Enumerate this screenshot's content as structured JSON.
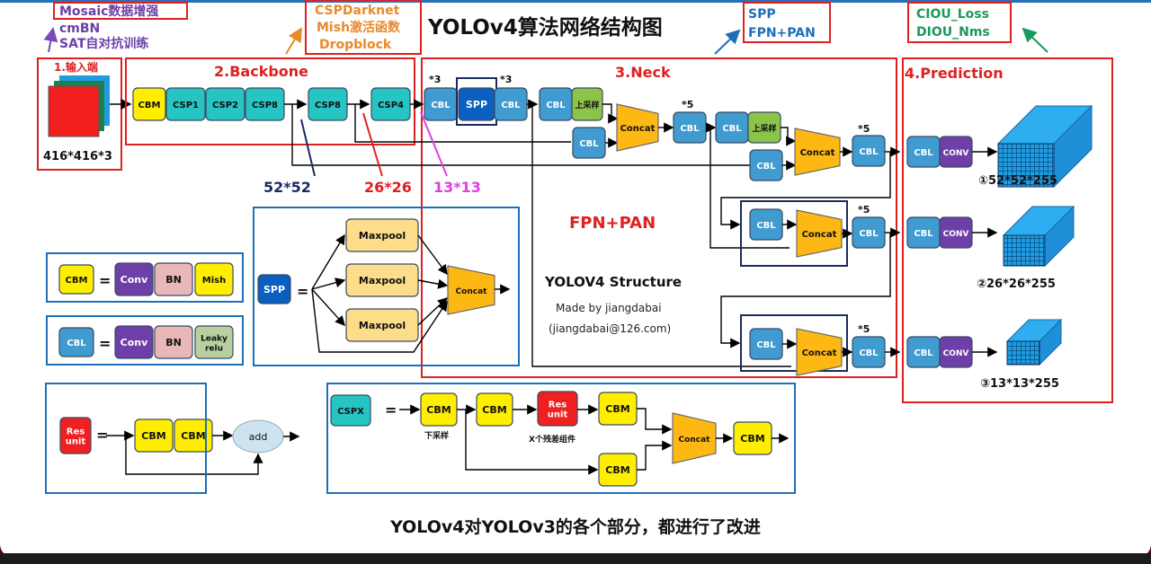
{
  "title": "YOLOv4算法网络结构图",
  "caption": "YOLOv4对YOLOv3的各个部分，都进行了改进",
  "annotations": {
    "input_tricks": [
      "Mosaic数据增强",
      "cmBN",
      "SAT自对抗训练"
    ],
    "backbone_tricks": [
      "CSPDarknet",
      "Mish激活函数",
      "Dropblock"
    ],
    "neck_tricks": [
      "SPP",
      "FPN+PAN"
    ],
    "prediction_tricks": [
      "CIOU_Loss",
      "DIOU_Nms"
    ]
  },
  "sections": {
    "input": {
      "label": "1.输入端",
      "size": "416*416*3"
    },
    "backbone": {
      "label": "2.Backbone",
      "blocks": [
        "CBM",
        "CSP1",
        "CSP2",
        "CSP8",
        "CSP8",
        "CSP4"
      ]
    },
    "neck": {
      "label": "3.Neck",
      "fpn_pan": "FPN+PAN",
      "structure": "YOLOV4 Structure",
      "author": "Made by jiangdabai",
      "email": "(jiangdabai@126.com)"
    },
    "prediction": {
      "label": "4.Prediction",
      "outputs": [
        "①52*52*255",
        "②26*26*255",
        "③13*13*255"
      ]
    }
  },
  "feature_sizes": [
    "52*52",
    "26*26",
    "13*13"
  ],
  "blocks": {
    "cbl": "CBL",
    "spp": "SPP",
    "upsample": "上采样",
    "concat": "Concat",
    "conv": "CONV",
    "mult3": "*3",
    "mult5": "*5"
  },
  "legend": {
    "cbm": {
      "name": "CBM",
      "parts": [
        "Conv",
        "BN",
        "Mish"
      ]
    },
    "cbl": {
      "name": "CBL",
      "parts": [
        "Conv",
        "BN",
        "Leaky relu"
      ]
    },
    "spp": {
      "name": "SPP",
      "pool": "Maxpool",
      "concat": "Concat"
    },
    "resunit": {
      "name": "Res unit",
      "parts": [
        "CBM",
        "CBM"
      ],
      "add": "add"
    },
    "cspx": {
      "name": "CSPX",
      "downsample": "下采样",
      "xres": "X个残差组件",
      "cbm": "CBM",
      "resunit": "Res unit",
      "concat": "Concat"
    }
  },
  "equals": "="
}
